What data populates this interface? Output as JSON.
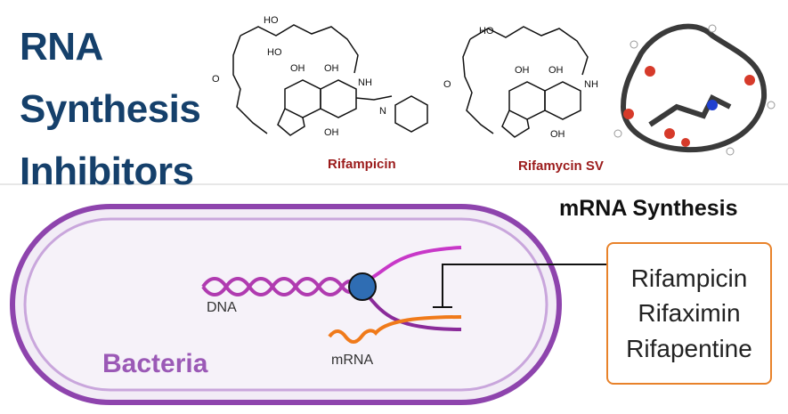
{
  "title_lines": [
    "RNA",
    "Synthesis",
    "Inhibitors"
  ],
  "molecules": {
    "rifampicin_label": "Rifampicin",
    "rifamycin_label": "Rifamycin SV"
  },
  "diagram": {
    "heading": "mRNA Synthesis",
    "dna_label": "DNA",
    "mrna_label": "mRNA",
    "cell_label": "Bacteria",
    "inhibitors": [
      "Rifampicin",
      "Rifaximin",
      "Rifapentine"
    ]
  },
  "colors": {
    "title": "#15406b",
    "molecule_label": "#9b1b1b",
    "cell": "#8e44ad",
    "dna": "#b03bb0",
    "mrna": "#f07a1a",
    "polymerase": "#2f6db3",
    "box": "#e8822a"
  }
}
